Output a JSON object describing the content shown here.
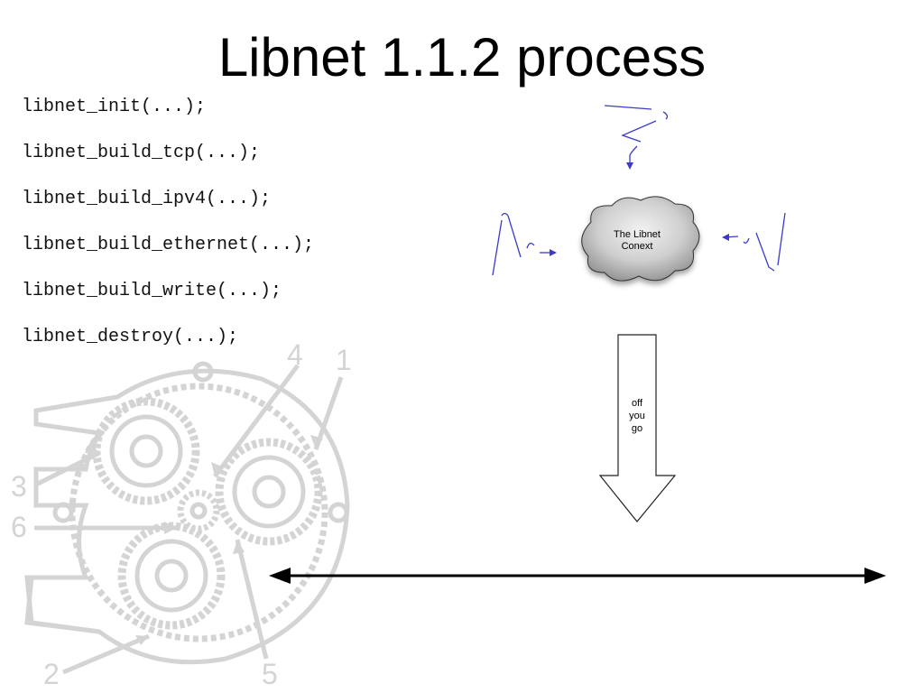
{
  "slide": {
    "title": "Libnet 1.1.2 process",
    "code_lines": [
      "libnet_init(...);",
      "libnet_build_tcp(...);",
      "libnet_build_ipv4(...);",
      "libnet_build_ethernet(...);",
      "libnet_build_write(...);",
      "libnet_destroy(...);"
    ]
  },
  "diagram": {
    "cloud_label_line1": "The Libnet",
    "cloud_label_line2": "Conext",
    "arrow_label_line1": "off",
    "arrow_label_line2": "you",
    "arrow_label_line3": "go"
  },
  "background_art": {
    "numbers": [
      "1",
      "2",
      "3",
      "4",
      "5",
      "6"
    ],
    "color": "#d4d4d4"
  },
  "colors": {
    "squiggle": "#3b3bc8",
    "cloud_fill": "#c9c9c9",
    "line": "#000000"
  }
}
